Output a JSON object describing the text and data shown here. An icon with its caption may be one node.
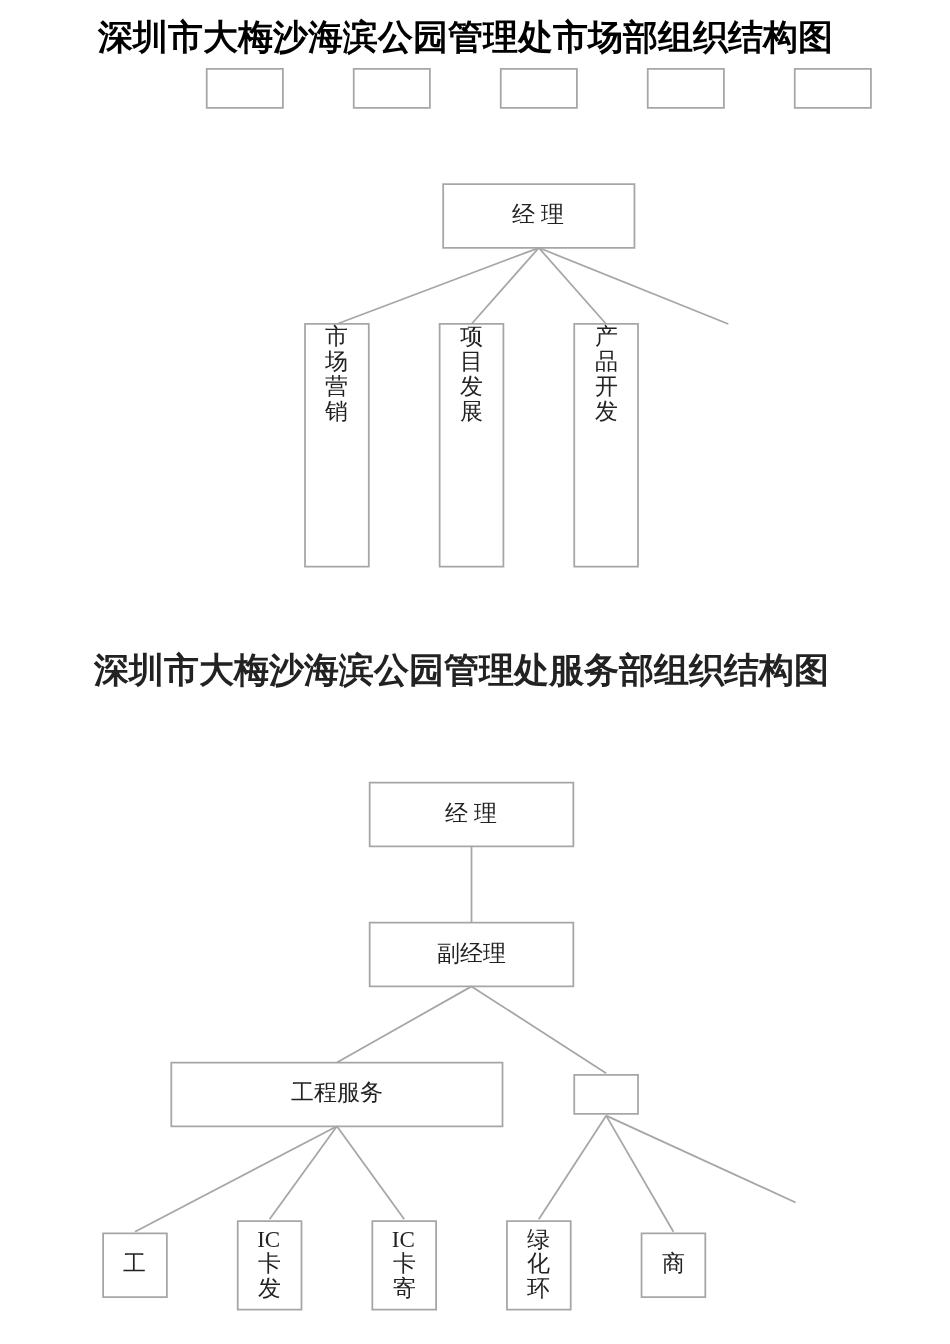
{
  "diagram": {
    "title": "深圳市大梅沙海滨公园管理处市场部组织结构图",
    "nodes": [
      {
        "text": [],
        "shape": "box"
      },
      {
        "text": [],
        "shape": "box"
      },
      {
        "text": [],
        "shape": "box"
      },
      {
        "text": [],
        "shape": "box"
      },
      {
        "text": [],
        "shape": "box"
      },
      {
        "text": [
          "经 理"
        ]
      },
      {
        "text": [
          "市场营销"
        ]
      },
      {
        "text": [
          "项目发展"
        ]
      },
      {
        "text": [
          "产品开发"
        ]
      },
      {
        "text": [
          "经 理"
        ]
      },
      {
        "text": [
          "副经理"
        ]
      },
      {
        "text": [
          "工程服务"
        ]
      },
      {
        "text": [],
        "shape": "box"
      },
      {
        "text": [
          "工"
        ]
      },
      {
        "text": [
          "IC卡发"
        ]
      },
      {
        "text": [
          "IC卡寄"
        ]
      },
      {
        "text": [
          "绿化环"
        ]
      },
      {
        "text": [
          "商"
        ]
      }
    ],
    "edges": [
      {
        "from": 5,
        "to": 6,
        "arrow": "none"
      },
      {
        "from": 5,
        "to": 7,
        "arrow": "none"
      },
      {
        "from": 5,
        "to": 8,
        "arrow": "none"
      },
      {
        "from": 5,
        "to": null,
        "arrow": "none"
      },
      {
        "from": 9,
        "to": 10,
        "arrow": "none"
      },
      {
        "from": 10,
        "to": 11,
        "arrow": "none"
      },
      {
        "from": 10,
        "to": 12,
        "arrow": "none"
      },
      {
        "from": 11,
        "to": 13,
        "arrow": "none"
      },
      {
        "from": 11,
        "to": 14,
        "arrow": "none"
      },
      {
        "from": 11,
        "to": 15,
        "arrow": "none"
      },
      {
        "from": 12,
        "to": 16,
        "arrow": "none"
      },
      {
        "from": 12,
        "to": 17,
        "arrow": "none"
      },
      {
        "from": 12,
        "to": null,
        "arrow": "none"
      }
    ],
    "labels": [
      "深圳市大梅沙海滨公园管理处服务部组织结构图"
    ]
  }
}
